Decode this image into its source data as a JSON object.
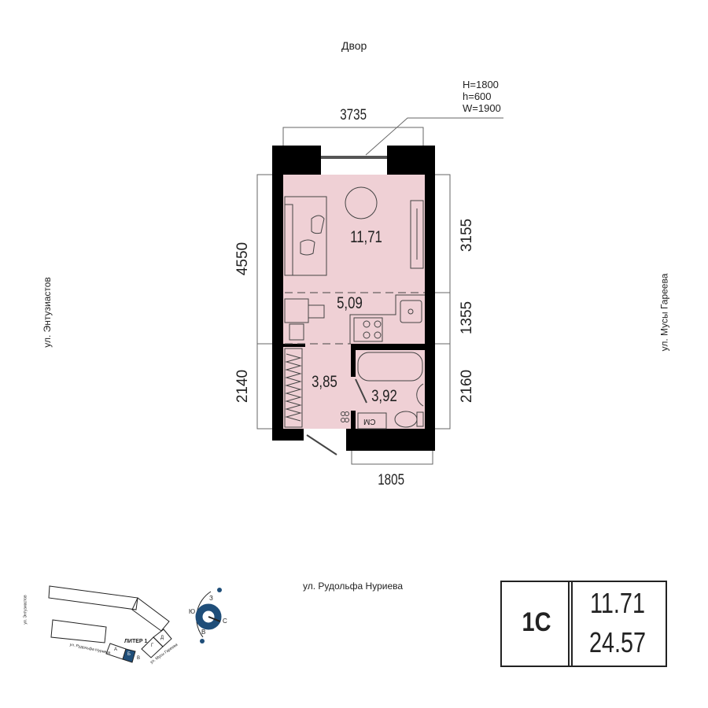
{
  "orientation_label": "Двор",
  "window_spec": [
    "H=1800",
    "h=600",
    "W=1900"
  ],
  "dimensions": {
    "top": "3735",
    "left_upper": "4550",
    "left_lower": "2140",
    "right_upper": "3155",
    "right_middle": "1355",
    "right_lower": "2160",
    "bottom": "1805"
  },
  "rooms": [
    {
      "name": "living",
      "area": "11,71"
    },
    {
      "name": "kitchen",
      "area": "5,09"
    },
    {
      "name": "hall",
      "area": "3,85"
    },
    {
      "name": "bathroom",
      "area": "3,92"
    }
  ],
  "washer_label": "СМ",
  "streets": {
    "left": "ул. Энтузиастов",
    "right": "ул. Мусы Гареева",
    "bottom": "ул. Рудольфа Нуриева"
  },
  "minimap": {
    "liter": "ЛИТЕР 1",
    "sections": [
      "А",
      "Б",
      "В",
      "Г",
      "Д"
    ],
    "highlighted": "Б",
    "street_left": "ул. Энтузиастов",
    "street_bottom": "ул. Рудольфа Нуриева",
    "street_right": "ул. Мусы Гареева"
  },
  "compass": {
    "north": "С",
    "south": "Ю",
    "east": "В",
    "west": "З"
  },
  "summary": {
    "type": "1С",
    "living_area": "11.71",
    "total_area": "24.57"
  },
  "colors": {
    "floor": "#efd0d5",
    "wall": "#000000",
    "highlight": "#1f4e79"
  }
}
